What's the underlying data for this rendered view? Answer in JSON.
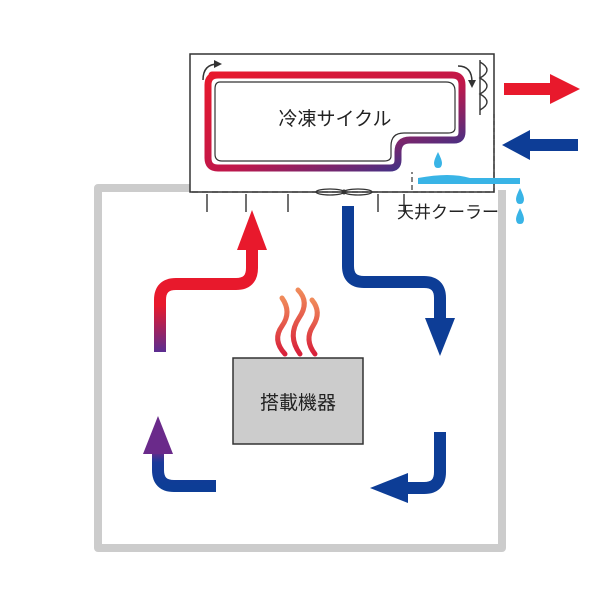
{
  "labels": {
    "refrigeration_cycle": "冷凍サイクル",
    "ceiling_cooler": "天井クーラー",
    "equipment": "搭載機器"
  },
  "colors": {
    "hot": "#e8192c",
    "cold": "#0d3d96",
    "water": "#39b4e6",
    "enclosure": "#cccccc",
    "equipment_fill": "#cccccc",
    "line": "#333333"
  },
  "icons": {
    "heat": "heat-waves-icon",
    "fan": "fan-icon",
    "water": "water-drop-icon"
  }
}
